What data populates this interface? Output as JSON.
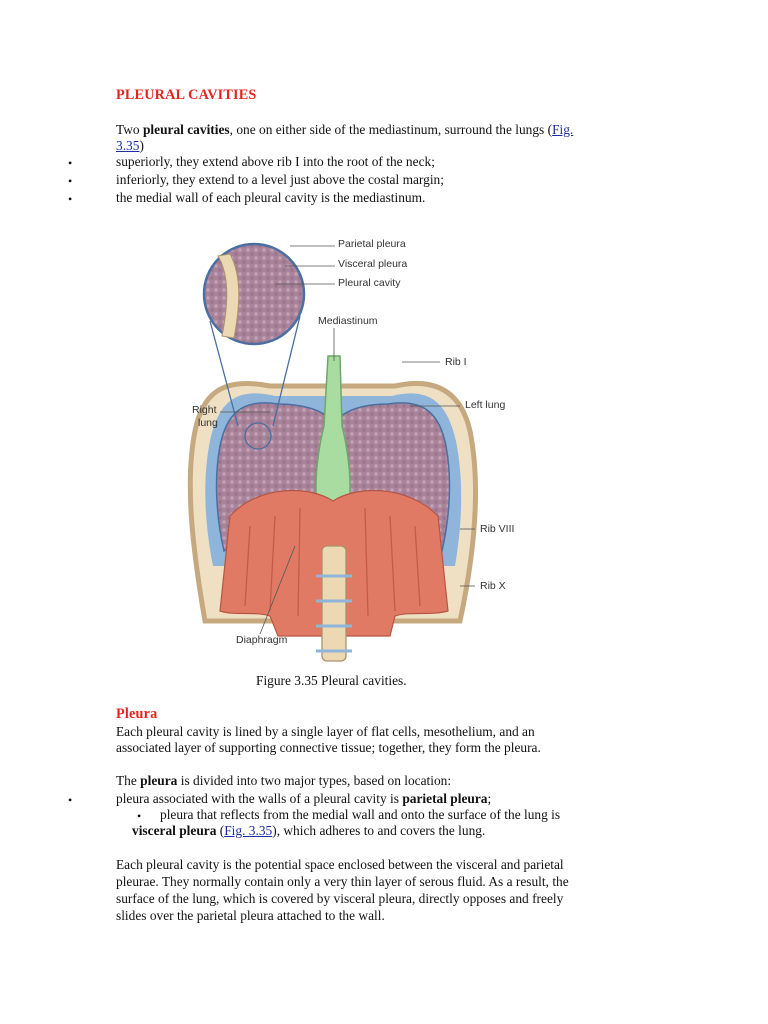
{
  "section1": {
    "heading": "PLEURAL CAVITIES",
    "intro": {
      "before": "Two ",
      "bold": "pleural cavities",
      "after": ", one on either side of the mediastinum, surround the lungs (",
      "link_a": "Fig.",
      "link_b": "3.35",
      "close": ")"
    },
    "bullets": [
      "superiorly, they extend above rib I into the root of the neck;",
      "inferiorly, they extend to a level just above the costal margin;",
      "the medial wall of each pleural cavity is the mediastinum."
    ],
    "bullet_glyph": "•"
  },
  "figure": {
    "labels": {
      "parietal": "Parietal pleura",
      "visceral": "Visceral pleura",
      "cavity": "Pleural cavity",
      "mediastinum": "Mediastinum",
      "rib1": "Rib I",
      "right_lung_1": "Right",
      "right_lung_2": "lung",
      "left_lung": "Left lung",
      "rib8": "Rib VIII",
      "rib10": "Rib X",
      "diaphragm": "Diaphragm"
    },
    "caption": "Figure 3.35 Pleural cavities.",
    "colors": {
      "lung": "#a9839a",
      "mediastinum": "#a8dca0",
      "diaphragm": "#e07a64",
      "pleura": "#8fb6da",
      "bone": "#ecd8b2"
    }
  },
  "section2": {
    "heading": "Pleura",
    "p1_line1": "Each pleural cavity is lined by a single layer of flat cells, mesothelium, and an",
    "p1_line2": "associated layer of supporting connective tissue; together, they form the pleura.",
    "p2": {
      "before": "The ",
      "bold": "pleura",
      "after": " is divided into two major types, based on location:"
    },
    "bullet1": {
      "before": "pleura associated with the walls of a pleural cavity is ",
      "bold": "parietal pleura",
      "after": ";"
    },
    "bullet2": {
      "line1": "pleura that reflects from the medial wall and onto the surface of the lung is",
      "bold": "visceral pleura",
      "mid": " (",
      "link": "Fig. 3.35",
      "after": "), which adheres to and covers the lung."
    },
    "p3": [
      "Each pleural cavity is the potential space enclosed between the visceral and parietal",
      "pleurae. They normally contain only a very thin layer of serous fluid. As a result, the",
      "surface of the lung, which is covered by visceral pleura, directly opposes and freely",
      "slides over the parietal pleura attached to the wall."
    ]
  }
}
